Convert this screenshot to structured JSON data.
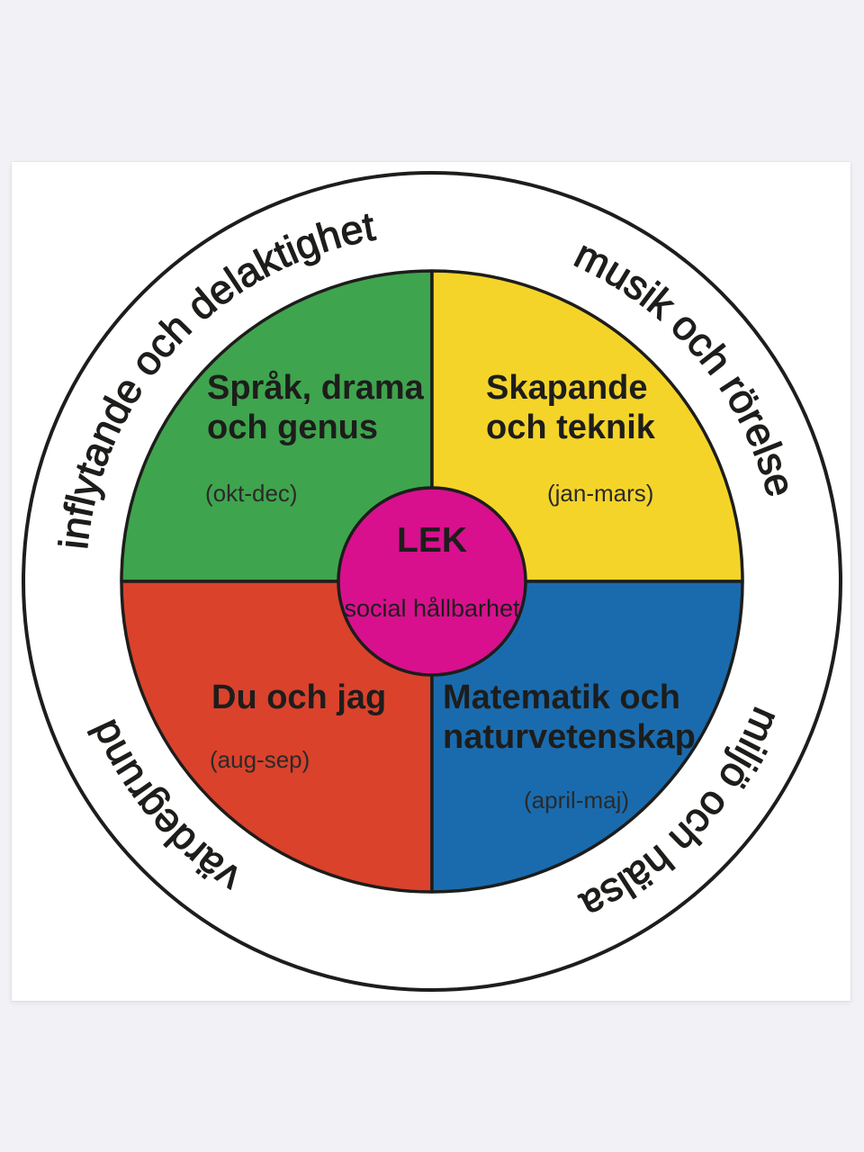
{
  "diagram": {
    "center": {
      "title": "LEK",
      "subtitle": "social hållbarhet"
    },
    "quadrants": [
      {
        "position": "top-left",
        "title_lines": [
          "Språk, drama",
          "och genus"
        ],
        "period": "(okt-dec)"
      },
      {
        "position": "top-right",
        "title_lines": [
          "Skapande",
          "och teknik"
        ],
        "period": "(jan-mars)"
      },
      {
        "position": "bottom-left",
        "title_lines": [
          "Du och jag"
        ],
        "period": "(aug-sep)"
      },
      {
        "position": "bottom-right",
        "title_lines": [
          "Matematik och",
          "naturvetenskap"
        ],
        "period": "(april-maj)"
      }
    ],
    "ring_labels": [
      {
        "position": "top-left",
        "text": "inflytande och delaktighet"
      },
      {
        "position": "top-right",
        "text": "musik och rörelse"
      },
      {
        "position": "bottom-right",
        "text": "miljö och hälsa"
      },
      {
        "position": "bottom-left",
        "text": "värdegrund"
      }
    ],
    "colors": {
      "green": "#3fa44e",
      "yellow": "#f5d429",
      "red": "#da422c",
      "blue": "#1a6bae",
      "magenta": "#d8108e",
      "outline": "#1d1d1b",
      "page_background": "#f1f1f6",
      "card_background": "#ffffff"
    }
  }
}
